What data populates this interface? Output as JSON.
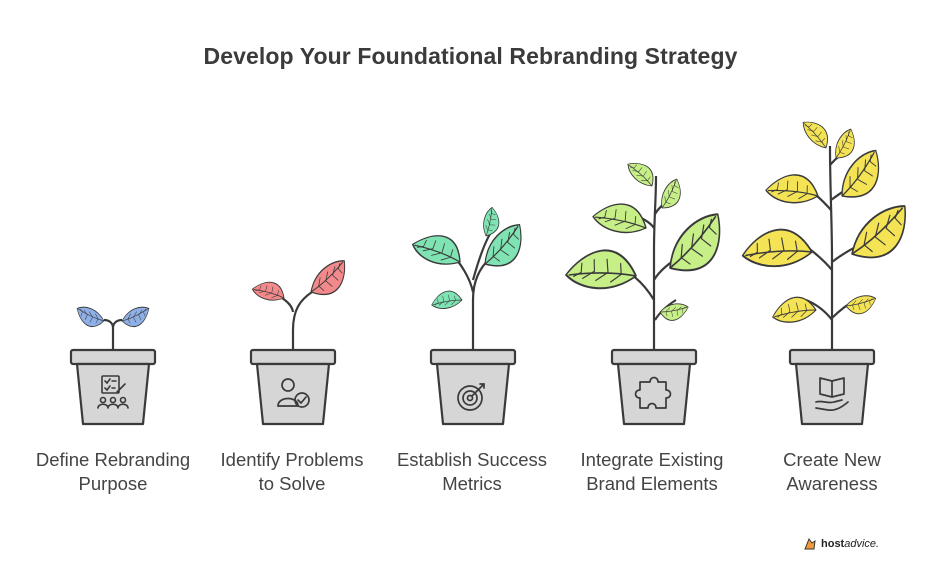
{
  "title": "Develop Your Foundational Rebranding Strategy",
  "steps": [
    {
      "line1": "Define Rebranding",
      "line2": "Purpose",
      "icon": "team-checklist-icon",
      "leaf_color": "#8fb0e6"
    },
    {
      "line1": "Identify Problems",
      "line2": "to Solve",
      "icon": "person-check-icon",
      "leaf_color": "#f2898a"
    },
    {
      "line1": "Establish Success",
      "line2": "Metrics",
      "icon": "target-icon",
      "leaf_color": "#7fe3b3"
    },
    {
      "line1": "Integrate Existing",
      "line2": "Brand Elements",
      "icon": "puzzle-icon",
      "leaf_color": "#c6ef88"
    },
    {
      "line1": "Create New",
      "line2": "Awareness",
      "icon": "book-hand-icon",
      "leaf_color": "#f4e354"
    }
  ],
  "colors": {
    "pot": "#d6d6d6",
    "outline": "#3a3a3a",
    "stem": "#3a3a3a"
  },
  "brand": {
    "bold": "host",
    "italic": "advice."
  }
}
